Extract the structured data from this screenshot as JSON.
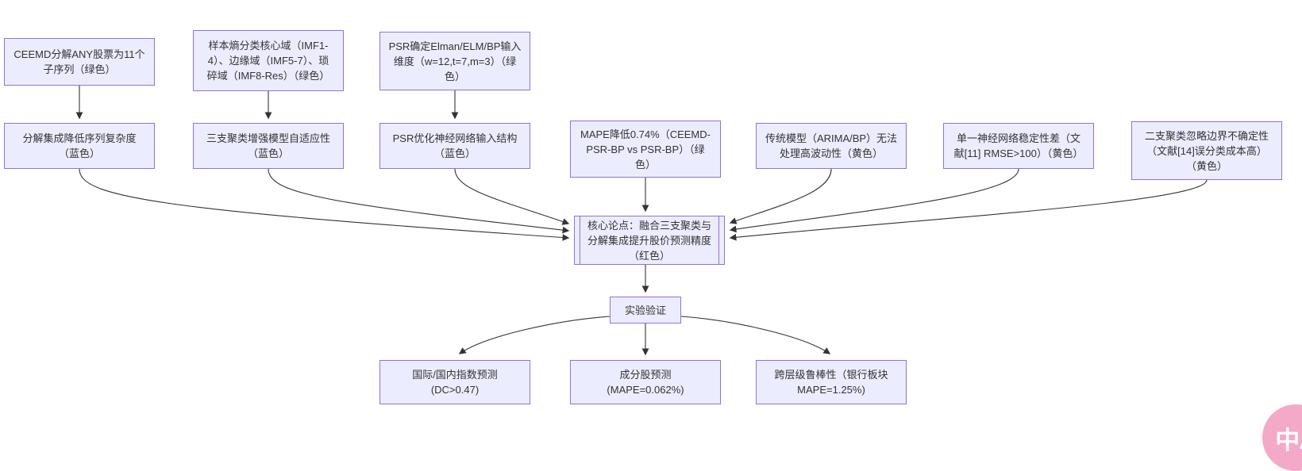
{
  "diagram": {
    "colors": {
      "node_fill": "#ECECFF",
      "node_border": "#9370DB",
      "edge": "#333333",
      "text": "#333333"
    },
    "nodes": {
      "ceemd": {
        "label": "CEEMD分解ANY股票为11个\n子序列（绿色）"
      },
      "sample_entropy": {
        "label": "样本熵分类核心域（IMF1-\n4）、边缘域（IMF5-7）、琐\n碎域（IMF8-Res）（绿色）"
      },
      "psr_dimension": {
        "label": "PSR确定Elman/ELM/BP输入\n维度（w=12,t=7,m=3）（绿\n色）"
      },
      "decomposition": {
        "label": "分解集成降低序列复杂度\n（蓝色）"
      },
      "three_way": {
        "label": "三支聚类增强模型自适应性\n（蓝色）"
      },
      "psr_opt": {
        "label": "PSR优化神经网络输入结构\n（蓝色）"
      },
      "mape_evidence": {
        "label": "MAPE降低0.74%（CEEMD-\nPSR-BP vs PSR-BP）（绿\n色）"
      },
      "traditional_limit": {
        "label": "传统模型（ARIMA/BP）无法\n处理高波动性（黄色）"
      },
      "single_nn_limit": {
        "label": "单一神经网络稳定性差（文\n献[11] RMSE>100）（黄色）"
      },
      "two_way_limit": {
        "label": "二支聚类忽略边界不确定性\n（文献[14]误分类成本高）\n（黄色）"
      },
      "core_thesis": {
        "label": "核心论点：融合三支聚类与\n分解集成提升股价预测精度\n（红色）"
      },
      "experiment": {
        "label": "实验验证"
      },
      "index_prediction": {
        "label": "国际/国内指数预测\n(DC>0.47)"
      },
      "constituent_prediction": {
        "label": "成分股预测\n(MAPE=0.062%)"
      },
      "robustness": {
        "label": "跨层级鲁棒性（银行板块\nMAPE=1.25%)"
      }
    }
  },
  "translate_button": {
    "label": "中A",
    "color": "#f5a9c9"
  }
}
